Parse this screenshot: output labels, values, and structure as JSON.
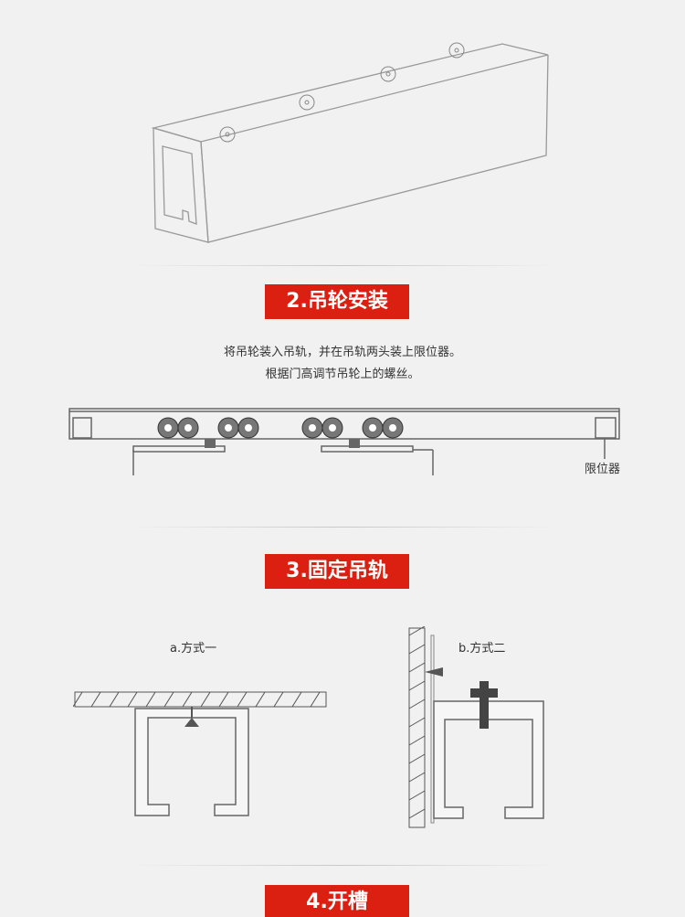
{
  "sections": [
    {
      "title": "2.吊轮安装",
      "lines": [
        "将吊轮装入吊轨，并在吊轨两头装上限位器。",
        "根据门高调节吊轮上的螺丝。"
      ],
      "callout": "限位器"
    },
    {
      "title": "3.固定吊轨",
      "methods": [
        "a.方式一",
        "b.方式二"
      ]
    },
    {
      "title": "4.开槽"
    }
  ],
  "colors": {
    "accent": "#db1f10"
  }
}
